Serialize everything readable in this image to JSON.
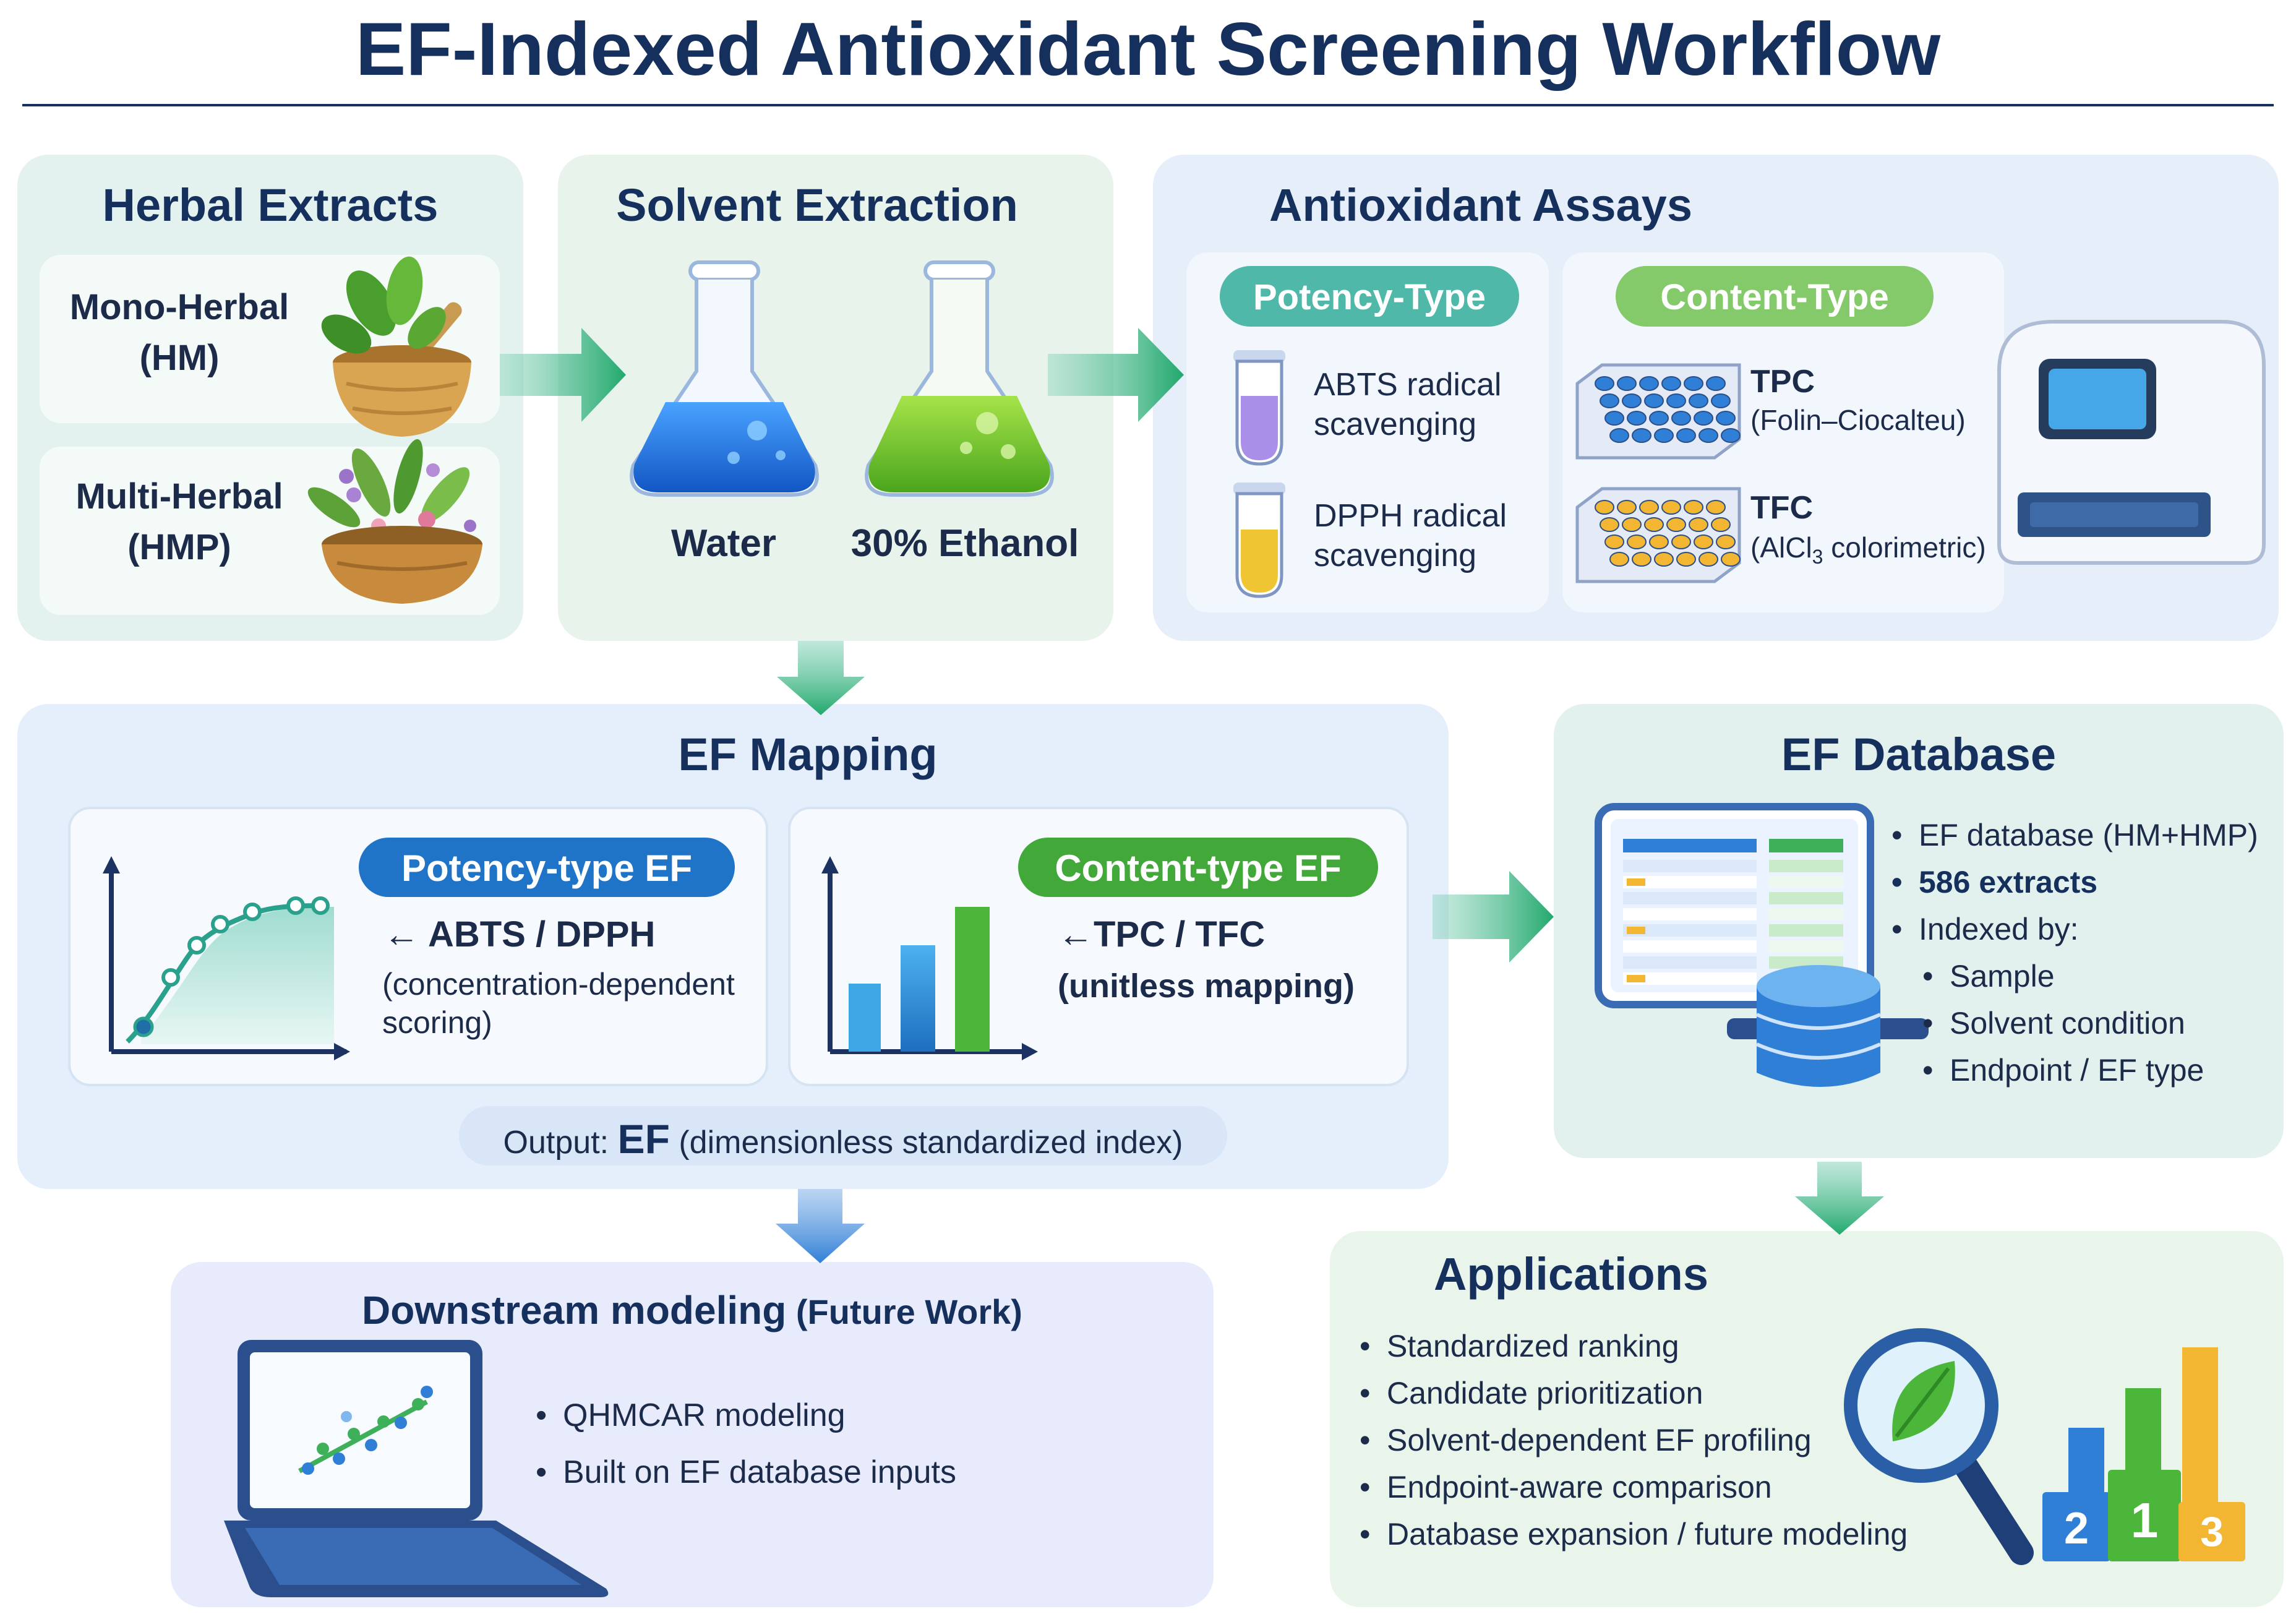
{
  "title": "EF-Indexed Antioxidant Screening Workflow",
  "herbal_extracts": {
    "title": "Herbal Extracts",
    "mono": "Mono-Herbal\n(HM)",
    "multi": "Multi-Herbal\n(HMP)"
  },
  "solvent_extraction": {
    "title": "Solvent Extraction",
    "water": "Water",
    "ethanol": "30% Ethanol"
  },
  "antioxidant_assays": {
    "title": "Antioxidant Assays",
    "potency_pill": "Potency-Type",
    "content_pill": "Content-Type",
    "abts": "ABTS radical\nscavenging",
    "dpph": "DPPH radical\nscavenging",
    "tpc_title": "TPC",
    "tpc_sub": "(Folin–Ciocalteu)",
    "tfc_title": "TFC",
    "tfc_sub_pre": "(AlCl",
    "tfc_sub_idx": "3",
    "tfc_sub_post": " colorimetric)"
  },
  "ef_mapping": {
    "title": "EF Mapping",
    "potency_pill": "Potency-type EF",
    "potency_arrow": "← ABTS / DPPH",
    "potency_note": "(concentration-dependent\nscoring)",
    "content_pill": "Content-type EF",
    "content_arrow": "←TPC / TFC",
    "content_note": "(unitless mapping)",
    "output_prefix": "Output: ",
    "output_ef": "EF",
    "output_suffix": " (dimensionless standardized index)"
  },
  "ef_database": {
    "title": "EF Database",
    "bullets": [
      "EF database (HM+HMP)",
      "586 extracts",
      "Indexed by:"
    ],
    "sub_bullets": [
      "Sample",
      "Solvent condition",
      "Endpoint / EF type"
    ]
  },
  "downstream": {
    "title_main": "Downstream modeling",
    "title_sub": " (Future Work)",
    "bullets": [
      "QHMCAR modeling",
      "Built on EF database inputs"
    ]
  },
  "applications": {
    "title": "Applications",
    "bullets": [
      "Standardized ranking",
      "Candidate prioritization",
      "Solvent-dependent EF profiling",
      "Endpoint-aware comparison",
      "Database expansion / future modeling"
    ],
    "podium": [
      "2",
      "1",
      "3"
    ]
  },
  "colors": {
    "navy": "#16305e",
    "blue_pill": "#1f74c8",
    "green_pill": "#43a83a",
    "teal_pill": "#4fb8a8",
    "light_green_pill": "#84c96a",
    "arrow_green": "#2fb07a",
    "arrow_blue": "#2f7fd6"
  }
}
